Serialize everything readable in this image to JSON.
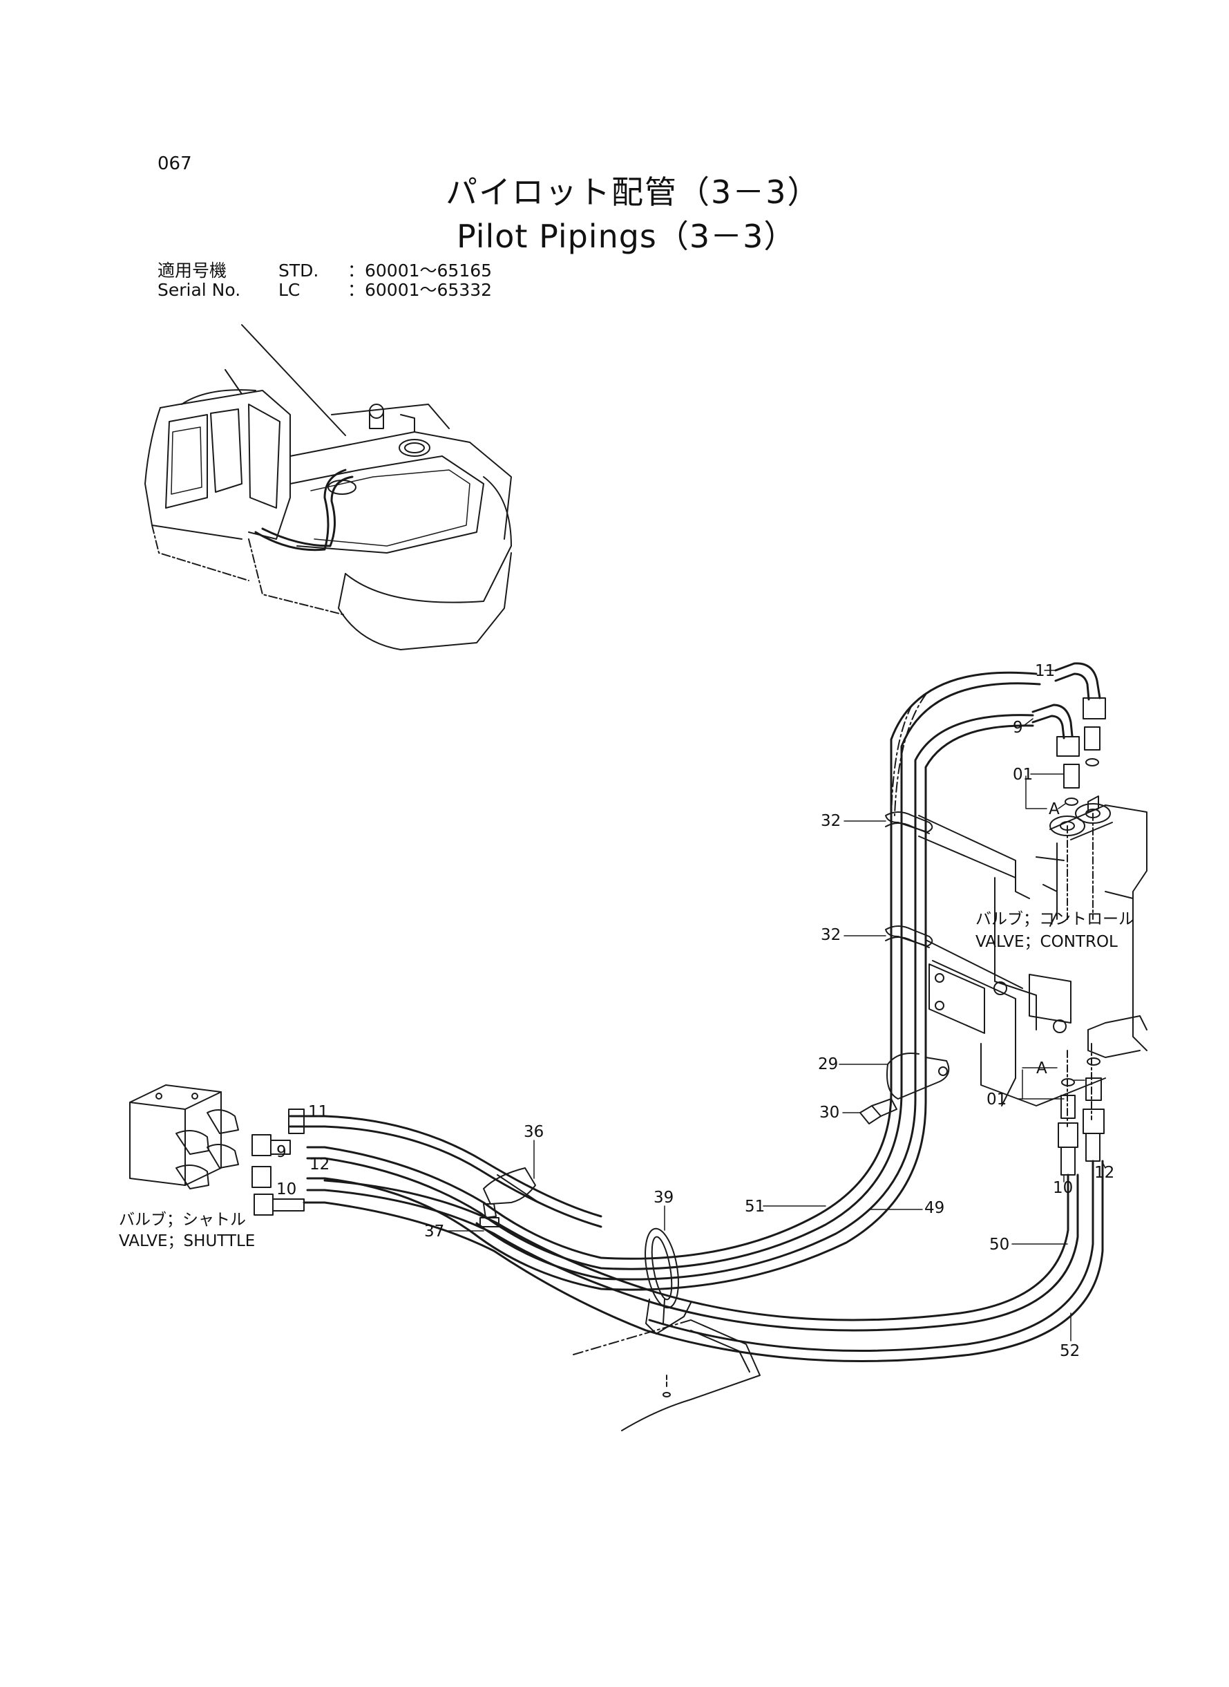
{
  "page_number": "067",
  "title_ja": "パイロット配管（3－3）",
  "title_en": "Pilot Pipings（3－3）",
  "serial": {
    "row1": {
      "label": "適用号機",
      "type": "STD.",
      "range": "：60001～65165"
    },
    "row2": {
      "label": "Serial No.",
      "type": "LC",
      "range": "：60001～65332"
    }
  },
  "labels": {
    "control_ja": "バルブ；コントロール",
    "control_en": "VALVE；CONTROL",
    "shuttle_ja": "バルブ；シャトル",
    "shuttle_en": "VALVE；SHUTTLE"
  },
  "callouts": {
    "c11_top": "11",
    "c9_top": "9",
    "c01_top": "01",
    "cA_top": "A",
    "c32a": "32",
    "c32b": "32",
    "c29": "29",
    "c30": "30",
    "cA_bot": "A",
    "c01_bot": "01",
    "c10_right": "10",
    "c12_right": "12",
    "c49": "49",
    "c51": "51",
    "c50": "50",
    "c52": "52",
    "c36": "36",
    "c39": "39",
    "c37": "37",
    "c11_left": "11",
    "c9_left": "9",
    "c12_left": "12",
    "c10_left": "10"
  }
}
